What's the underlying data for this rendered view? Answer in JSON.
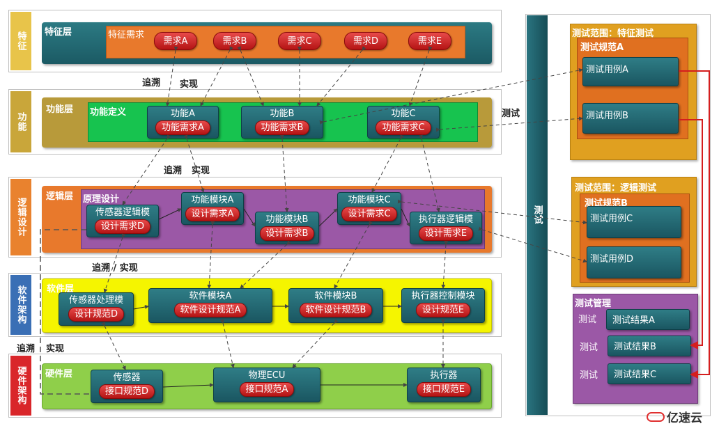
{
  "sides": {
    "feature": "特征",
    "function": "功能",
    "logic": "逻辑设计",
    "software": "软件架构",
    "hardware": "硬件架构",
    "test": "测试"
  },
  "feature_layer": {
    "name": "特征层",
    "box_title": "特征需求",
    "reqs": [
      "需求A",
      "需求B",
      "需求C",
      "需求D",
      "需求E"
    ]
  },
  "function_layer": {
    "name": "功能层",
    "box_title": "功能定义",
    "functions": [
      {
        "name": "功能A",
        "req": "功能需求A"
      },
      {
        "name": "功能B",
        "req": "功能需求B"
      },
      {
        "name": "功能C",
        "req": "功能需求C"
      }
    ]
  },
  "logic_layer": {
    "name": "逻辑层",
    "box_title": "原理设计",
    "modules": [
      {
        "name": "传感器逻辑模",
        "req": "设计需求D"
      },
      {
        "name": "功能模块A",
        "req": "设计需求A"
      },
      {
        "name": "功能模块B",
        "req": "设计需求B"
      },
      {
        "name": "功能模块C",
        "req": "设计需求C"
      },
      {
        "name": "执行器逻辑模",
        "req": "设计需求E"
      }
    ]
  },
  "software_layer": {
    "name": "软件层",
    "modules": [
      {
        "name": "传感器处理模",
        "req": "设计规范D"
      },
      {
        "name": "软件模块A",
        "req": "软件设计规范A"
      },
      {
        "name": "软件模块B",
        "req": "软件设计规范B"
      },
      {
        "name": "执行器控制模块",
        "req": "设计规范E"
      }
    ]
  },
  "hardware_layer": {
    "name": "硬件层",
    "modules": [
      {
        "name": "传感器",
        "req": "接口规范D"
      },
      {
        "name": "物理ECU",
        "req": "接口规范A"
      },
      {
        "name": "执行器",
        "req": "接口规范E"
      }
    ]
  },
  "labels": {
    "trace1": "追溯",
    "impl1": "实现",
    "trace2": "追溯",
    "impl2": "实现",
    "trace3": "追溯 / 实现",
    "trace4": "追溯",
    "impl4": "实现",
    "test": "测试"
  },
  "test_panel": {
    "scope_feature": {
      "title": "测试范围：特征测试",
      "spec": "测试规范A",
      "cases": [
        "测试用例A",
        "测试用例B"
      ]
    },
    "scope_logic": {
      "title": "测试范围：逻辑测试",
      "spec": "测试规范B",
      "cases": [
        "测试用例C",
        "测试用例D"
      ]
    },
    "management": {
      "title": "测试管理",
      "rows": [
        {
          "label": "测试",
          "result": "测试结果A"
        },
        {
          "label": "测试",
          "result": "测试结果B"
        },
        {
          "label": "测试",
          "result": "测试结果C"
        }
      ]
    }
  },
  "watermark": "亿速云",
  "colors": {
    "feature_side": "#e8c44a",
    "function_side": "#c9a63a",
    "logic_side": "#e9822e",
    "software_side": "#3a6fb5",
    "hardware_side": "#d9262a",
    "test_bar": "#1d5c66",
    "node": "#236a74",
    "pill": "#d12a2a",
    "feature_orange": "#e8792c",
    "function_green": "#17c34f",
    "logic_purple": "#9b58a6",
    "software_yellow": "#f5f500",
    "hardware_green": "#8fcf4a"
  }
}
